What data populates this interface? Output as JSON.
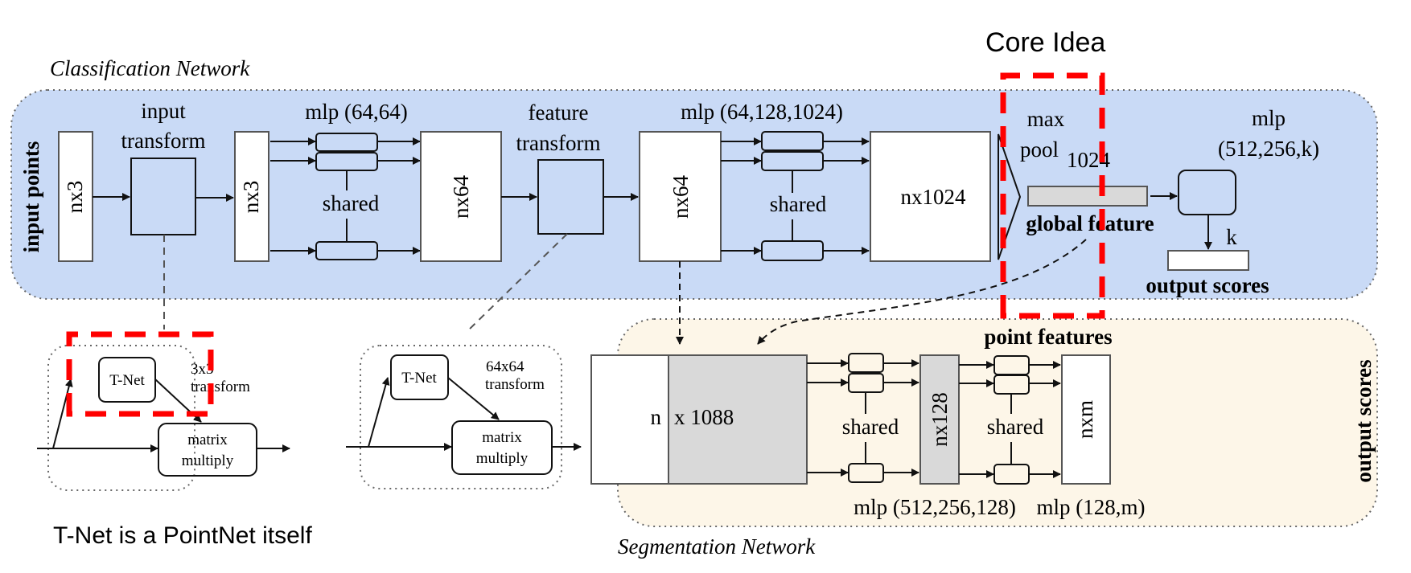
{
  "annotations": {
    "core_idea": "Core Idea",
    "tnet_note": "T-Net is a PointNet itself"
  },
  "classification": {
    "title": "Classification Network",
    "side_label": "input points",
    "input_box": "nx3",
    "input_transform_line1": "input",
    "input_transform_line2": "transform",
    "transformed_box": "nx3",
    "mlp1_label": "mlp (64,64)",
    "shared1": "shared",
    "feat64_box": "nx64",
    "feature_transform_line1": "feature",
    "feature_transform_line2": "transform",
    "feat64b_box": "nx64",
    "mlp2_label": "mlp (64,128,1024)",
    "shared2": "shared",
    "feat1024_box": "nx1024",
    "maxpool_line1": "max",
    "maxpool_line2": "pool",
    "global_dim": "1024",
    "global_label": "global feature",
    "mlp3_line1": "mlp",
    "mlp3_line2": "(512,256,k)",
    "k_label": "k",
    "output_label": "output scores"
  },
  "tnets": [
    {
      "name": "T-Net",
      "transform_line1": "3x3",
      "transform_line2": "transform",
      "op_line1": "matrix",
      "op_line2": "multiply"
    },
    {
      "name": "T-Net",
      "transform_line1": "64x64",
      "transform_line2": "transform",
      "op_line1": "matrix",
      "op_line2": "multiply"
    }
  ],
  "segmentation": {
    "title": "Segmentation Network",
    "point_features": "point features",
    "concat_n": "n",
    "concat_dim": "x 1088",
    "shared1": "shared",
    "mid_box": "nx128",
    "shared2": "shared",
    "out_box": "nxm",
    "mlp1_label": "mlp (512,256,128)",
    "mlp2_label": "mlp (128,m)",
    "side_label": "output scores"
  },
  "colors": {
    "classification_bg": "#c9daf6",
    "segmentation_bg": "#fdf6e8",
    "highlight": "#ff0000",
    "feature_gray": "#d9d9d9"
  }
}
